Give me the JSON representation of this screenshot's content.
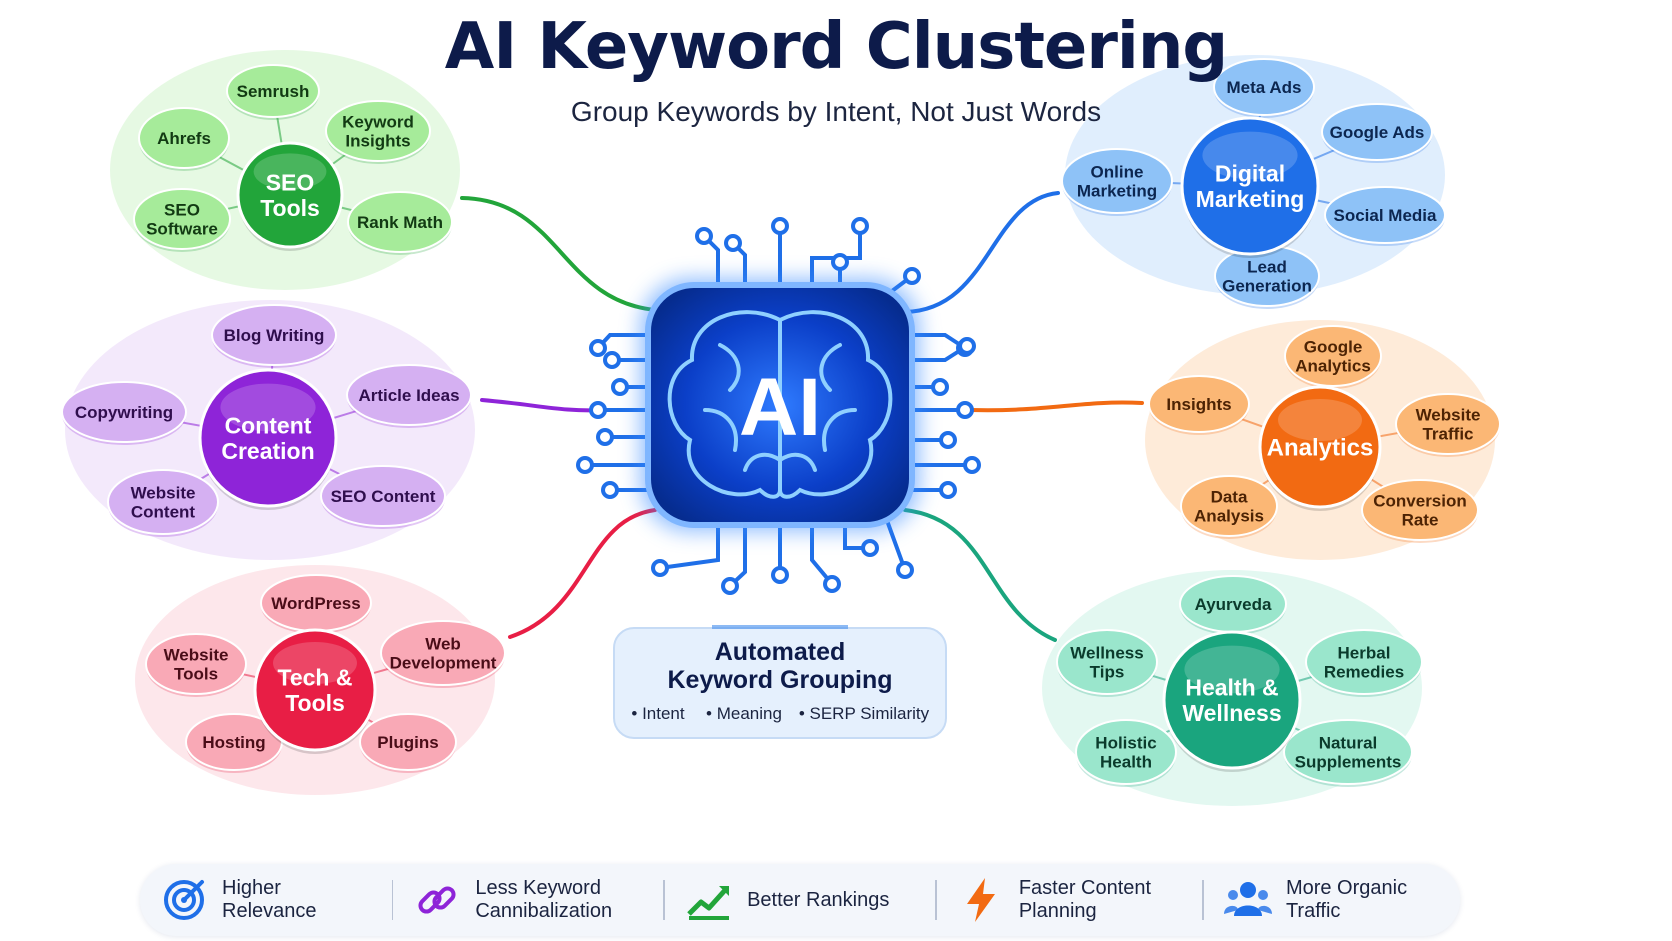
{
  "header": {
    "title": "AI Keyword Clustering",
    "subtitle": "Group Keywords by Intent, Not Just Words"
  },
  "hub": {
    "label": "AI",
    "center_box": {
      "title_line1": "Automated",
      "title_line2": "Keyword Grouping",
      "bullets": [
        "• Intent",
        "• Meaning",
        "• SERP Similarity"
      ]
    }
  },
  "clusters": [
    {
      "id": "seo",
      "hub_lines": [
        "SEO",
        "Tools"
      ],
      "color": "#22a53a",
      "satellite_color": "#a6eb9a",
      "text_color": "#123a13",
      "satellites": [
        [
          "Semrush"
        ],
        [
          "Keyword",
          "Insights"
        ],
        [
          "Rank Math"
        ],
        [
          "SEO",
          "Software"
        ],
        [
          "Ahrefs"
        ]
      ]
    },
    {
      "id": "content",
      "hub_lines": [
        "Content",
        "Creation"
      ],
      "color": "#8e24d8",
      "satellite_color": "#d5b0f2",
      "text_color": "#2f0e4d",
      "satellites": [
        [
          "Blog Writing"
        ],
        [
          "Article Ideas"
        ],
        [
          "SEO Content"
        ],
        [
          "Website",
          "Content"
        ],
        [
          "Copywriting"
        ]
      ]
    },
    {
      "id": "tech",
      "hub_lines": [
        "Tech &",
        "Tools"
      ],
      "color": "#e81e45",
      "satellite_color": "#f9a9b6",
      "text_color": "#4a0d18",
      "satellites": [
        [
          "WordPress"
        ],
        [
          "Web",
          "Development"
        ],
        [
          "Plugins"
        ],
        [
          "Hosting"
        ],
        [
          "Website",
          "Tools"
        ]
      ]
    },
    {
      "id": "digital",
      "hub_lines": [
        "Digital",
        "Marketing"
      ],
      "color": "#1f6fe8",
      "satellite_color": "#8ec2f7",
      "text_color": "#0c2650",
      "satellites": [
        [
          "Meta Ads"
        ],
        [
          "Google Ads"
        ],
        [
          "Social Media"
        ],
        [
          "Lead",
          "Generation"
        ],
        [
          "Online",
          "Marketing"
        ]
      ]
    },
    {
      "id": "analytics",
      "hub_lines": [
        "Analytics"
      ],
      "color": "#f26a12",
      "satellite_color": "#fbb775",
      "text_color": "#4d2304",
      "satellites": [
        [
          "Google",
          "Analytics"
        ],
        [
          "Website",
          "Traffic"
        ],
        [
          "Conversion",
          "Rate"
        ],
        [
          "Data",
          "Analysis"
        ],
        [
          "Insights"
        ]
      ]
    },
    {
      "id": "health",
      "hub_lines": [
        "Health &",
        "Wellness"
      ],
      "color": "#1aa57e",
      "satellite_color": "#9ae6cc",
      "text_color": "#0b3b2c",
      "satellites": [
        [
          "Ayurveda"
        ],
        [
          "Herbal",
          "Remedies"
        ],
        [
          "Natural",
          "Supplements"
        ],
        [
          "Holistic",
          "Health"
        ],
        [
          "Wellness",
          "Tips"
        ]
      ]
    }
  ],
  "features": [
    {
      "icon": "target-icon",
      "label": "Higher\nRelevance",
      "color": "#1f6fe8"
    },
    {
      "icon": "link-icon",
      "label": "Less Keyword\nCannibalization",
      "color": "#8e24d8"
    },
    {
      "icon": "chart-up-icon",
      "label": "Better Rankings",
      "color": "#22a53a"
    },
    {
      "icon": "lightning-icon",
      "label": "Faster Content\nPlanning",
      "color": "#f26a12"
    },
    {
      "icon": "users-icon",
      "label": "More Organic\nTraffic",
      "color": "#1f6fe8"
    }
  ]
}
